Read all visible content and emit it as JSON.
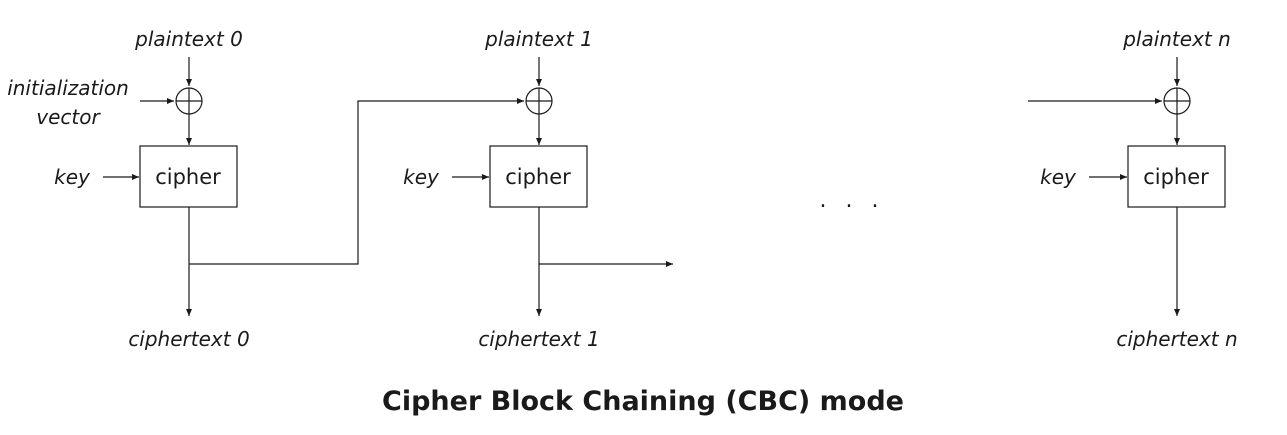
{
  "title": "Cipher Block Chaining (CBC) mode",
  "ellipsis": ". . .",
  "iv_label_line1": "initialization",
  "iv_label_line2": "vector",
  "blocks": [
    {
      "plaintext": "plaintext 0",
      "key": "key",
      "cipher": "cipher",
      "ciphertext": "ciphertext 0"
    },
    {
      "plaintext": "plaintext 1",
      "key": "key",
      "cipher": "cipher",
      "ciphertext": "ciphertext 1"
    },
    {
      "plaintext": "plaintext n",
      "key": "key",
      "cipher": "cipher",
      "ciphertext": "ciphertext n"
    }
  ]
}
